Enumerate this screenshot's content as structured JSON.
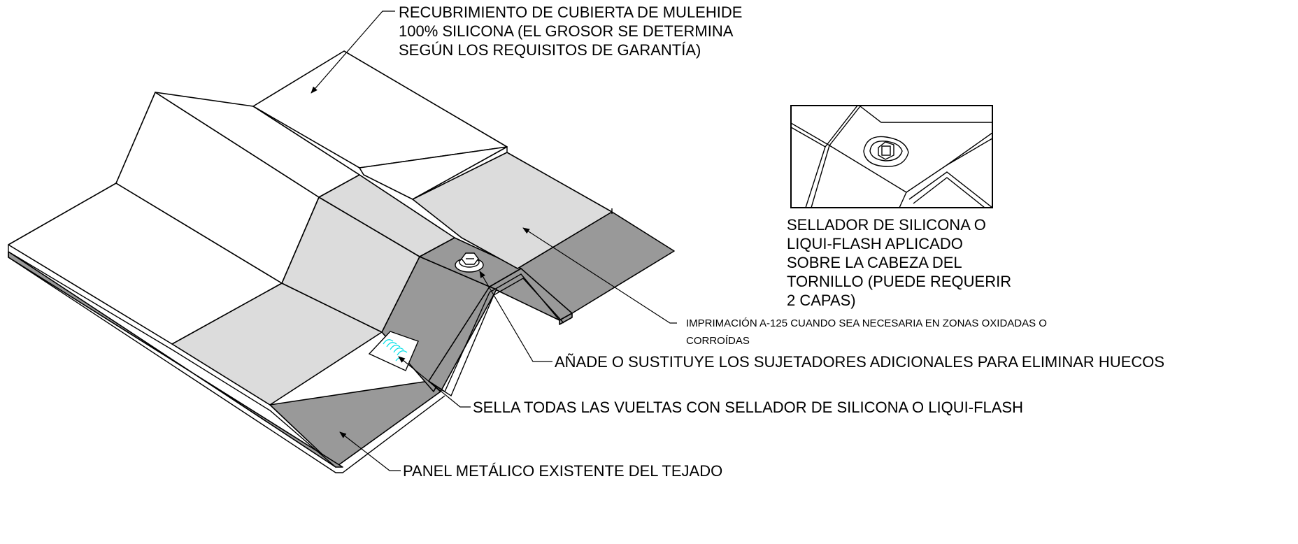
{
  "colors": {
    "membrane": "#ffffff",
    "coating": "#dcdcdc",
    "metal_panel": "#999999",
    "sealant": "#00e0e8",
    "line": "#000000"
  },
  "callouts": {
    "coating": {
      "lines": [
        "RECUBRIMIENTO DE CUBIERTA DE MULEHIDE",
        "100% SILICONA (EL GROSOR SE DETERMINA",
        "SEGÚN LOS REQUISITOS DE GARANTÍA)"
      ]
    },
    "detail": {
      "lines": [
        "SELLADOR DE SILICONA O",
        "LIQUI-FLASH APLICADO",
        "SOBRE LA CABEZA DEL",
        "TORNILLO (PUEDE REQUERIR",
        "2 CAPAS)"
      ]
    },
    "primer": {
      "lines": [
        "IMPRIMACIÓN A-125 CUANDO SEA NECESARIA EN ZONAS OXIDADAS O",
        "CORROÍDAS"
      ]
    },
    "fasteners": {
      "text": "AÑADE O SUSTITUYE LOS SUJETADORES ADICIONALES PARA ELIMINAR HUECOS"
    },
    "laps": {
      "text": "SELLA TODAS LAS VUELTAS CON SELLADOR DE SILICONA O LIQUI-FLASH"
    },
    "panel": {
      "text": "PANEL METÁLICO EXISTENTE DEL TEJADO"
    }
  }
}
